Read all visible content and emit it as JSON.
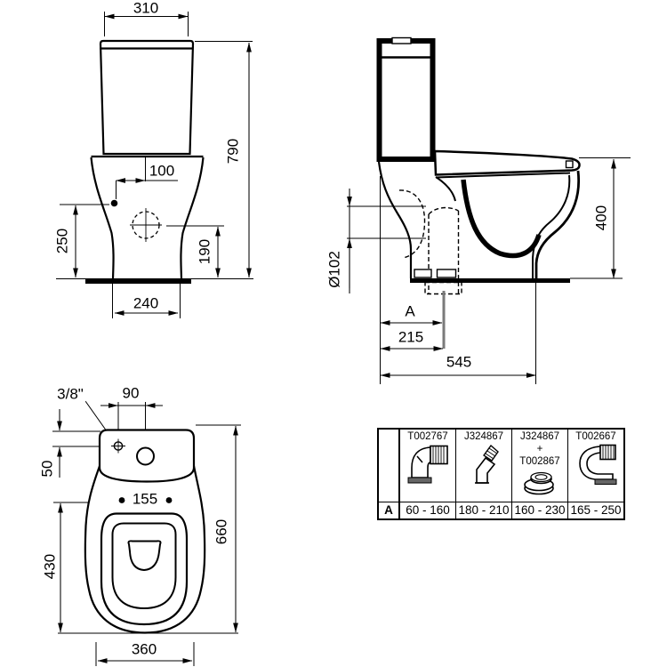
{
  "colors": {
    "line": "#000000",
    "background": "#ffffff",
    "centerline": "#7a7a7a",
    "flange": "#666666"
  },
  "front_view": {
    "tank_width": "310",
    "total_height": "790",
    "inlet_offset": "100",
    "inlet_height": "250",
    "side_outlet_height": "190",
    "base_width": "240"
  },
  "side_view": {
    "outlet_diameter": "Ø102",
    "bowl_height": "400",
    "rough_in_label": "A",
    "outlet_distance": "215",
    "total_depth": "545"
  },
  "top_view": {
    "inlet_thread": "3/8\"",
    "inlet_to_center": "90",
    "inlet_depth": "50",
    "seat_hole_spacing": "155",
    "seat_length": "430",
    "total_depth": "660",
    "bowl_width": "360"
  },
  "connector_table": {
    "row_label": "A",
    "columns": [
      {
        "lines": [
          "T002767"
        ],
        "icon": "elbow-connector-icon",
        "range": "60 - 160"
      },
      {
        "lines": [
          "J324867"
        ],
        "icon": "angled-connector-icon",
        "range": "180 - 210"
      },
      {
        "lines": [
          "J324867",
          "+",
          "T002867"
        ],
        "icon": "offset-ring-icon",
        "range": "160 - 230"
      },
      {
        "lines": [
          "T002667"
        ],
        "icon": "bend-connector-icon",
        "range": "165 - 250"
      }
    ]
  }
}
